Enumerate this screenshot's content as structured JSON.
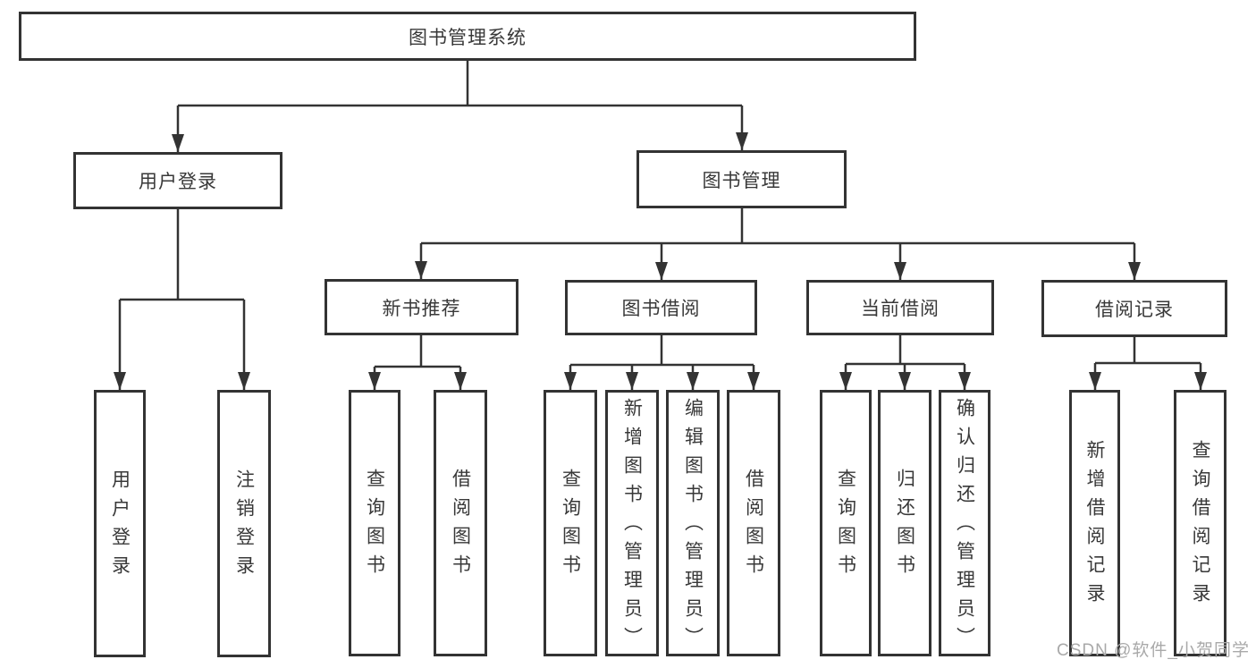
{
  "diagram": {
    "title_node": {
      "label": "图书管理系统"
    },
    "branches": {
      "user_login": {
        "label": "用户登录"
      },
      "book_management": {
        "label": "图书管理"
      }
    },
    "level2": {
      "new_book_recommend": {
        "label": "新书推荐"
      },
      "book_borrow": {
        "label": "图书借阅"
      },
      "current_borrow": {
        "label": "当前借阅"
      },
      "borrow_records": {
        "label": "借阅记录"
      }
    },
    "leaves": {
      "user_login_leaf": {
        "label": "用户登录"
      },
      "logout": {
        "label": "注销登录"
      },
      "nb_query_books": {
        "label": "查询图书"
      },
      "nb_borrow_books": {
        "label": "借阅图书"
      },
      "bb_query_books": {
        "label": "查询图书"
      },
      "bb_add_books_admin": {
        "label": "新增图书（管理员）"
      },
      "bb_edit_books_admin": {
        "label": "编辑图书（管理员）"
      },
      "bb_borrow_books": {
        "label": "借阅图书"
      },
      "cb_query_books": {
        "label": "查询图书"
      },
      "cb_return_books": {
        "label": "归还图书"
      },
      "cb_confirm_return_admin": {
        "label": "确认归还（管理员）"
      },
      "br_add_record": {
        "label": "新增借阅记录"
      },
      "br_query_record": {
        "label": "查询借阅记录"
      }
    },
    "watermark": "CSDN @软件_小贺同学",
    "colors": {
      "line": "#333333",
      "text": "#383838",
      "watermark": "#a9a9a9",
      "background": "#ffffff"
    }
  }
}
